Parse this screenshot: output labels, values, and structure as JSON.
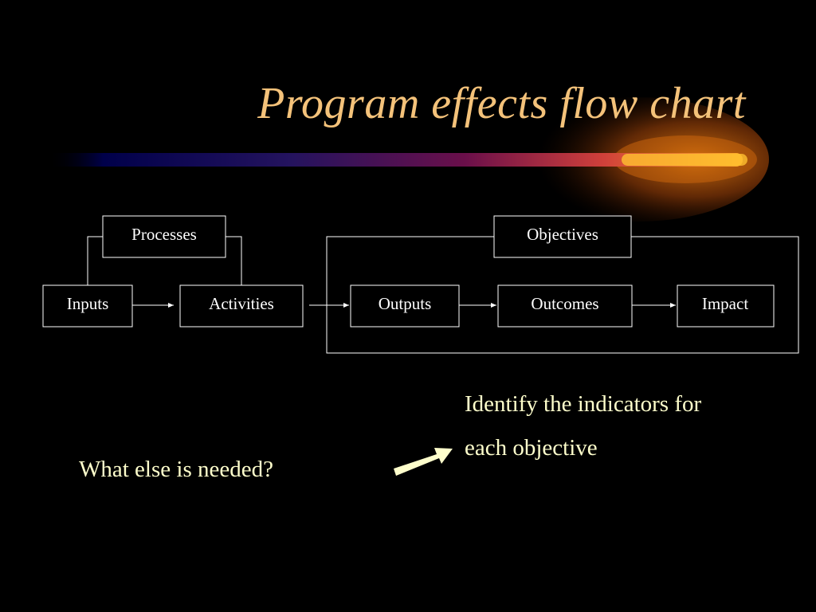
{
  "slide": {
    "title": "Program effects flow chart",
    "colors": {
      "background": "#000000",
      "title": "#f4c27a",
      "box_stroke": "#ffffff",
      "body_text": "#ffffcc",
      "streak_start": "#00004a",
      "streak_end": "#ff9a1a"
    }
  },
  "diagram": {
    "group_labels": {
      "processes": "Processes",
      "objectives": "Objectives"
    },
    "nodes": {
      "inputs": "Inputs",
      "activities": "Activities",
      "outputs": "Outputs",
      "outcomes": "Outcomes",
      "impact": "Impact"
    },
    "edges": [
      {
        "from": "Inputs",
        "to": "Activities"
      },
      {
        "from": "Activities",
        "to": "Outputs"
      },
      {
        "from": "Outputs",
        "to": "Outcomes"
      },
      {
        "from": "Outcomes",
        "to": "Impact"
      }
    ]
  },
  "notes": {
    "question": "What else is needed?",
    "answer_line1": "Identify the indicators for",
    "answer_line2": "each objective"
  }
}
